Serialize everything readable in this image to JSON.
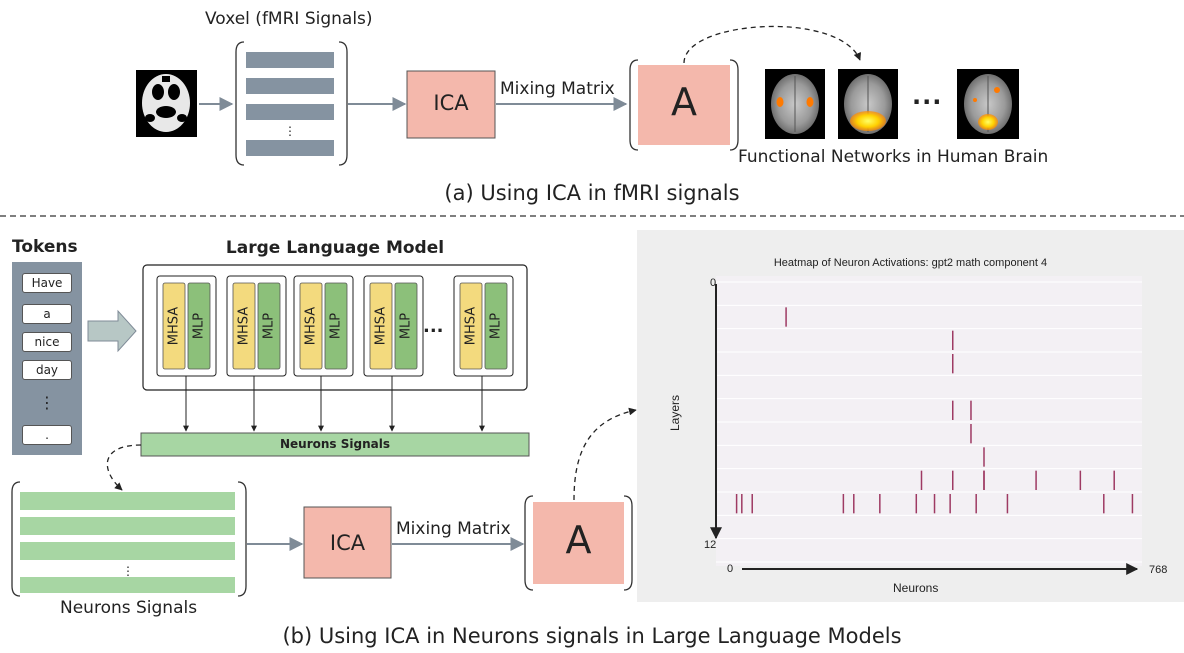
{
  "top": {
    "voxel_label": "Voxel (fMRI Signals)",
    "ica_label": "ICA",
    "mixing_label": "Mixing Matrix",
    "a_label": "A",
    "networks_label": "Functional Networks in Human Brain",
    "dots": "...",
    "caption": "(a) Using ICA in fMRI signals"
  },
  "bottom": {
    "tokens_title": "Tokens",
    "tokens": [
      "Have",
      "a",
      "nice",
      "day",
      "."
    ],
    "llm_title": "Large Language Model",
    "block_labels": [
      "MHSA",
      "MLP"
    ],
    "ellipsis": "...",
    "neurons_signals_bar": "Neurons Signals",
    "neurons_signals_label": "Neurons Signals",
    "ica_label": "ICA",
    "mixing_label": "Mixing Matrix",
    "a_label": "A",
    "caption": "(b) Using ICA in Neurons signals in  Large Language Models"
  },
  "chart_data": {
    "type": "heatmap",
    "title": "Heatmap of Neuron Activations: gpt2 math component 4",
    "xlabel": "Neurons",
    "ylabel": "Layers",
    "x_tick_start": "0",
    "x_tick_end": "768",
    "y_tick_top": "0",
    "y_tick_bottom": "12",
    "xlim": [
      0,
      768
    ],
    "ylim": [
      0,
      12
    ],
    "activations": [
      {
        "layer": 0,
        "neuron": 100
      },
      {
        "layer": 1,
        "neuron": 420
      },
      {
        "layer": 2,
        "neuron": 420
      },
      {
        "layer": 4,
        "neuron": 420
      },
      {
        "layer": 4,
        "neuron": 455
      },
      {
        "layer": 5,
        "neuron": 455
      },
      {
        "layer": 6,
        "neuron": 480
      },
      {
        "layer": 7,
        "neuron": 480
      },
      {
        "layer": 7,
        "neuron": 360
      },
      {
        "layer": 7,
        "neuron": 420
      },
      {
        "layer": 7,
        "neuron": 480
      },
      {
        "layer": 7,
        "neuron": 580
      },
      {
        "layer": 7,
        "neuron": 665
      },
      {
        "layer": 7,
        "neuron": 730
      },
      {
        "layer": 8,
        "neuron": 5
      },
      {
        "layer": 8,
        "neuron": 15
      },
      {
        "layer": 8,
        "neuron": 35
      },
      {
        "layer": 8,
        "neuron": 210
      },
      {
        "layer": 8,
        "neuron": 230
      },
      {
        "layer": 8,
        "neuron": 280
      },
      {
        "layer": 8,
        "neuron": 350
      },
      {
        "layer": 8,
        "neuron": 385
      },
      {
        "layer": 8,
        "neuron": 415
      },
      {
        "layer": 8,
        "neuron": 465
      },
      {
        "layer": 8,
        "neuron": 525
      },
      {
        "layer": 8,
        "neuron": 710
      },
      {
        "layer": 8,
        "neuron": 765
      }
    ]
  }
}
